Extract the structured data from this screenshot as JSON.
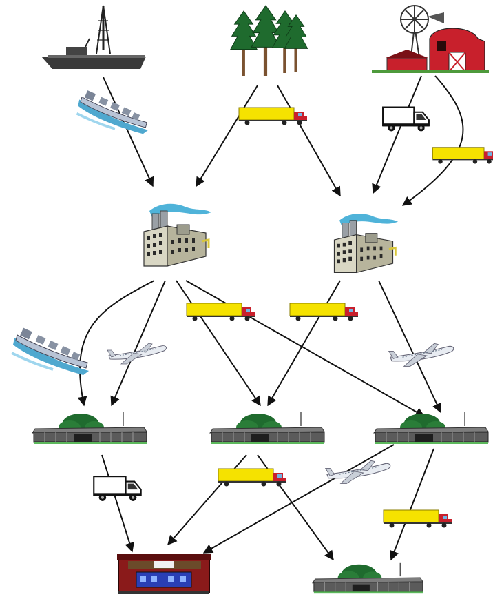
{
  "diagram": {
    "kind": "supply-chain-network",
    "nodes": [
      {
        "id": "oil-rig",
        "icon": "oil-drilling-ship-icon"
      },
      {
        "id": "forest",
        "icon": "pine-trees-icon"
      },
      {
        "id": "farm",
        "icon": "farm-barn-windmill-icon"
      },
      {
        "id": "factory-left",
        "icon": "factory-icon"
      },
      {
        "id": "factory-right",
        "icon": "factory-icon"
      },
      {
        "id": "warehouse-left",
        "icon": "warehouse-icon"
      },
      {
        "id": "warehouse-center",
        "icon": "warehouse-icon"
      },
      {
        "id": "warehouse-right",
        "icon": "warehouse-icon"
      },
      {
        "id": "retail-store",
        "icon": "retail-store-icon"
      },
      {
        "id": "warehouse-bottom",
        "icon": "warehouse-icon"
      }
    ],
    "transports": [
      {
        "id": "ship-oil",
        "icon": "cargo-ship-icon"
      },
      {
        "id": "truck-forest",
        "icon": "semi-truck-icon"
      },
      {
        "id": "van-farm",
        "icon": "delivery-van-icon"
      },
      {
        "id": "truck-farm",
        "icon": "semi-truck-icon"
      },
      {
        "id": "truck-factory-left",
        "icon": "semi-truck-icon"
      },
      {
        "id": "truck-factory-right",
        "icon": "semi-truck-icon"
      },
      {
        "id": "ship-distribution",
        "icon": "cargo-ship-icon"
      },
      {
        "id": "plane-left",
        "icon": "airplane-icon"
      },
      {
        "id": "plane-right",
        "icon": "airplane-icon"
      },
      {
        "id": "van-retail",
        "icon": "delivery-van-icon"
      },
      {
        "id": "truck-center",
        "icon": "semi-truck-icon"
      },
      {
        "id": "plane-bottom",
        "icon": "airplane-icon"
      },
      {
        "id": "truck-right-bottom",
        "icon": "semi-truck-icon"
      }
    ],
    "flows": [
      {
        "from": "oil-rig",
        "to": "factory-left"
      },
      {
        "from": "forest",
        "to": "factory-left"
      },
      {
        "from": "forest",
        "to": "factory-right"
      },
      {
        "from": "farm",
        "to": "factory-right"
      },
      {
        "from": "farm",
        "to": "factory-right"
      },
      {
        "from": "factory-left",
        "to": "warehouse-left"
      },
      {
        "from": "factory-left",
        "to": "warehouse-left"
      },
      {
        "from": "factory-left",
        "to": "warehouse-center"
      },
      {
        "from": "factory-left",
        "to": "warehouse-right"
      },
      {
        "from": "factory-right",
        "to": "warehouse-center"
      },
      {
        "from": "factory-right",
        "to": "warehouse-right"
      },
      {
        "from": "warehouse-left",
        "to": "retail-store"
      },
      {
        "from": "warehouse-center",
        "to": "retail-store"
      },
      {
        "from": "warehouse-center",
        "to": "warehouse-bottom"
      },
      {
        "from": "warehouse-right",
        "to": "retail-store"
      },
      {
        "from": "warehouse-right",
        "to": "warehouse-bottom"
      }
    ],
    "colors": {
      "arrow": "#111111",
      "truck_trailer": "#f5e200",
      "truck_cab": "#c8202c",
      "tree_foliage": "#1f6b2e",
      "smoke": "#4fb3d9",
      "warehouse_roof": "#2f8a3a",
      "barn": "#c8202c",
      "store_wall": "#8a1a1a",
      "store_window": "#2a3fb5"
    }
  }
}
